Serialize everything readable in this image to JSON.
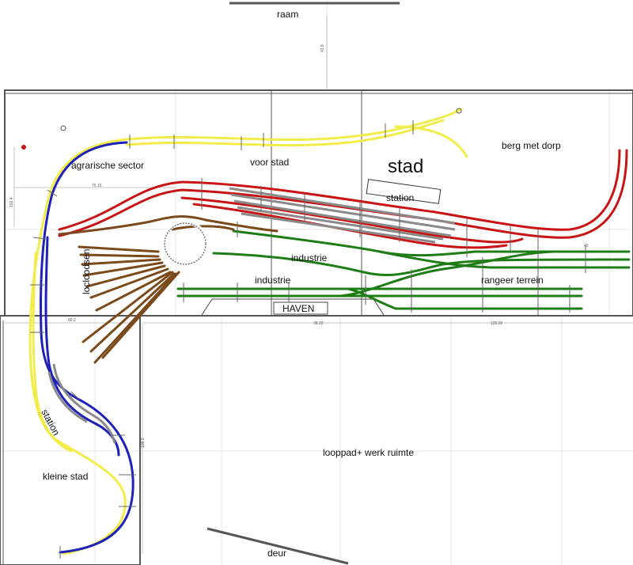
{
  "labels": {
    "raam": "raam",
    "agrarische_sector": "agrarische sector",
    "voor_stad": "voor stad",
    "stad": "stad",
    "berg_met_dorp": "berg met dorp",
    "station_top": "station",
    "industrie_1": "industrie",
    "industrie_2": "industrie",
    "rangeer_terrein": "rangeer terrein",
    "locloodsen": "locloodsen",
    "haven": "HAVEN",
    "station_left": "station",
    "kleine_stad": "kleine stad",
    "looppad": "looppad+ werk ruimte",
    "deur": "deur"
  },
  "dimensions": {
    "d_42": "42.8",
    "d_7515": "75.15",
    "d_1024": "102.4",
    "d_802": "80.2",
    "d_3922": "39.22",
    "d_12502": "125.02",
    "d_40": "40",
    "d_1082": "108.2"
  },
  "colors": {
    "yellow_track": "#f2ec4a",
    "blue_track": "#1e22b8",
    "red_track": "#c81414",
    "green_track": "#1e7d16",
    "brown_track": "#7a4a1a",
    "wall": "#555555",
    "grid": "#cfcfcf"
  }
}
